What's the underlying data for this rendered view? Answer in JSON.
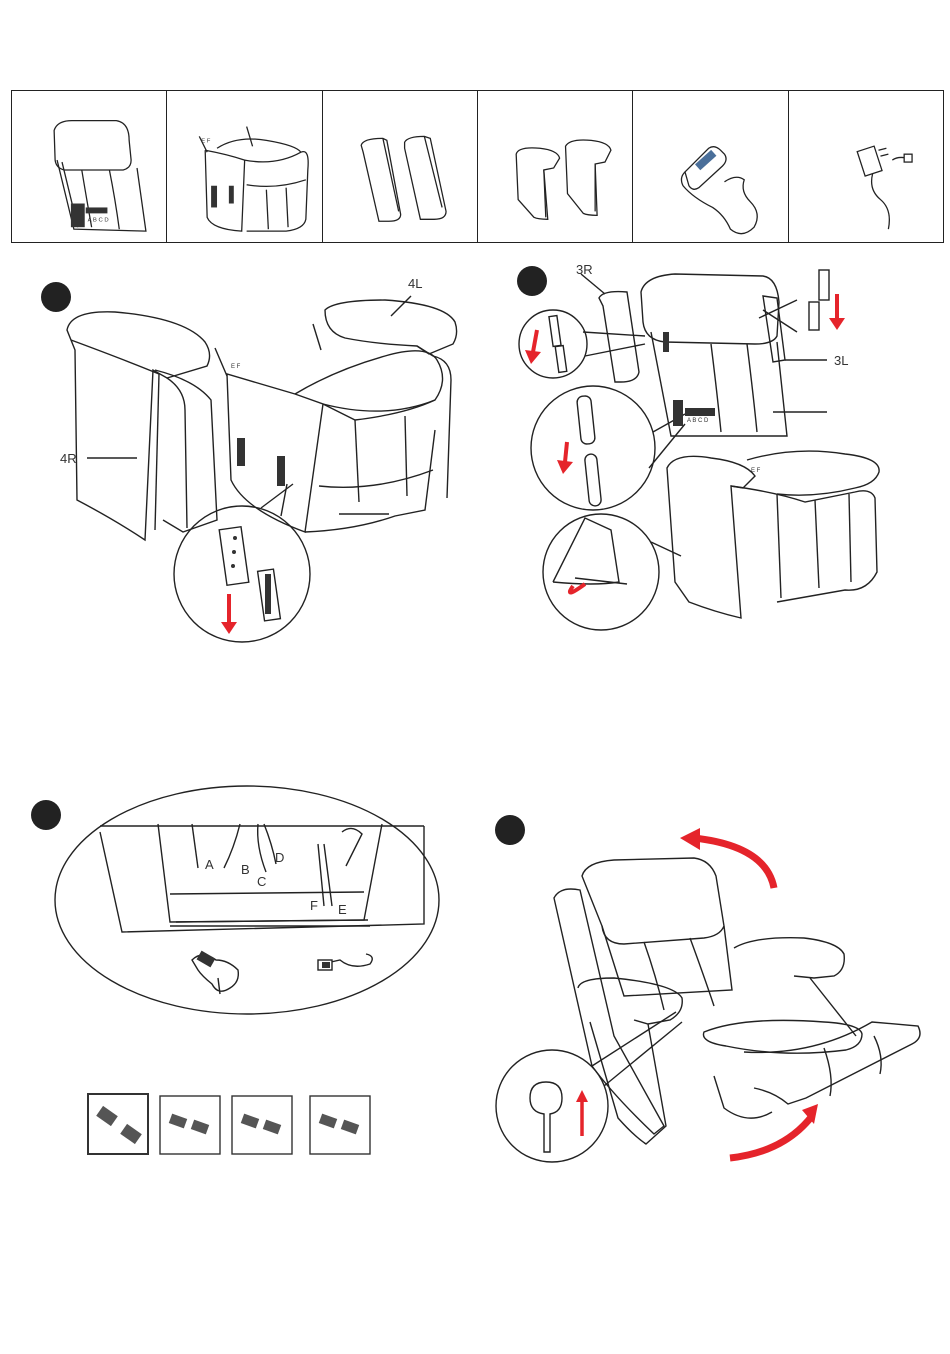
{
  "parts": [
    {
      "icon": "backrest-icon"
    },
    {
      "icon": "seat-base-icon",
      "label": "E F"
    },
    {
      "icon": "armrest-cushions-icon"
    },
    {
      "icon": "armrests-icon"
    },
    {
      "icon": "remote-control-icon"
    },
    {
      "icon": "power-adapter-icon"
    }
  ],
  "step1": {
    "labels": {
      "arm_left": "4L",
      "arm_right": "4R",
      "ef": "E F"
    }
  },
  "step2": {
    "labels": {
      "cushion_right": "3R",
      "cushion_left": "3L",
      "abcd": "A B C D",
      "ef": "E F"
    }
  },
  "step3": {
    "connectors": {
      "a": "A",
      "b": "B",
      "c": "C",
      "d": "D",
      "f": "F",
      "e": "E"
    }
  },
  "colors": {
    "arrow": "#e5242b",
    "line": "#222222"
  }
}
